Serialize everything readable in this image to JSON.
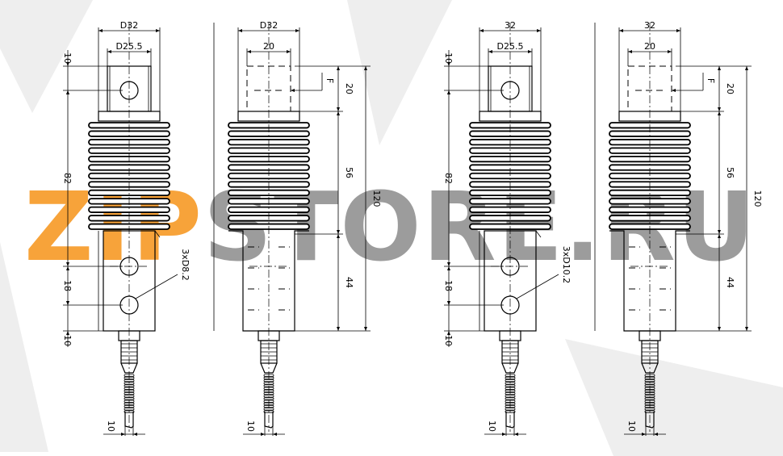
{
  "watermark": {
    "prefix": "ZIP",
    "suffix": "STORE.RU",
    "prefix_color": "#f7a33a",
    "suffix_color": "#9c9c9c"
  },
  "views": [
    {
      "id": "a-front",
      "top_outer": "D32",
      "top_inner": "D25.5",
      "left_dims": [
        "10",
        "82",
        "18",
        "10"
      ],
      "hole_note": "3xD8.2",
      "cable_dim": "10"
    },
    {
      "id": "a-side",
      "top_outer": "D32",
      "top_inner": "20",
      "force": "F",
      "right_inner": [
        "20",
        "56",
        "44"
      ],
      "right_total": "120",
      "cable_dim": "10"
    },
    {
      "id": "b-front",
      "top_outer": "32",
      "top_inner": "D25.5",
      "left_dims": [
        "10",
        "82",
        "18",
        "10"
      ],
      "hole_note": "3xD10.2",
      "cable_dim": "10"
    },
    {
      "id": "b-side",
      "top_outer": "32",
      "top_inner": "20",
      "force": "F",
      "right_inner": [
        "20",
        "56",
        "44"
      ],
      "right_total": "120",
      "cable_dim": "10"
    }
  ]
}
